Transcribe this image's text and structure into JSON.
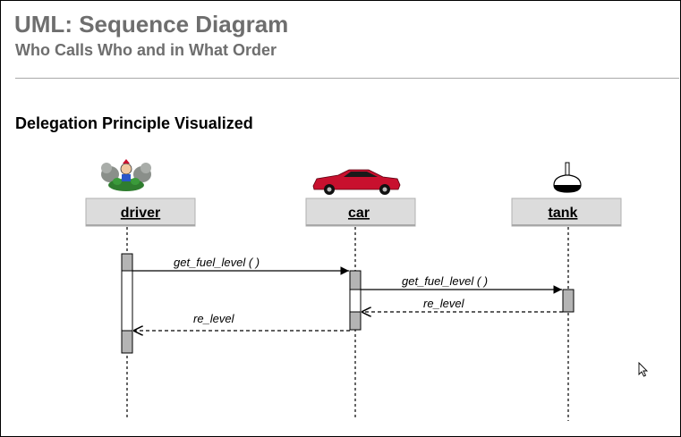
{
  "slide": {
    "title": "UML: Sequence Diagram",
    "subtitle": "Who Calls Who and in What Order",
    "section_heading": "Delegation Principle Visualized"
  },
  "diagram": {
    "participants": [
      {
        "name": "driver",
        "icon": "driver-icon"
      },
      {
        "name": "car",
        "icon": "red-sports-car-icon"
      },
      {
        "name": "tank",
        "icon": "fuel-tank-flask-icon"
      }
    ],
    "messages": [
      {
        "from": "driver",
        "to": "car",
        "label": "get_fuel_level ( )",
        "kind": "call"
      },
      {
        "from": "car",
        "to": "tank",
        "label": "get_fuel_level ( )",
        "kind": "call"
      },
      {
        "from": "tank",
        "to": "car",
        "label": "re_level",
        "kind": "return"
      },
      {
        "from": "car",
        "to": "driver",
        "label": "re_level",
        "kind": "return"
      }
    ]
  },
  "colors": {
    "title_gray": "#6e6e6e",
    "box_fill": "#dcdcdc",
    "activation_fill": "#b4b4b4",
    "car_red": "#c8102e"
  }
}
